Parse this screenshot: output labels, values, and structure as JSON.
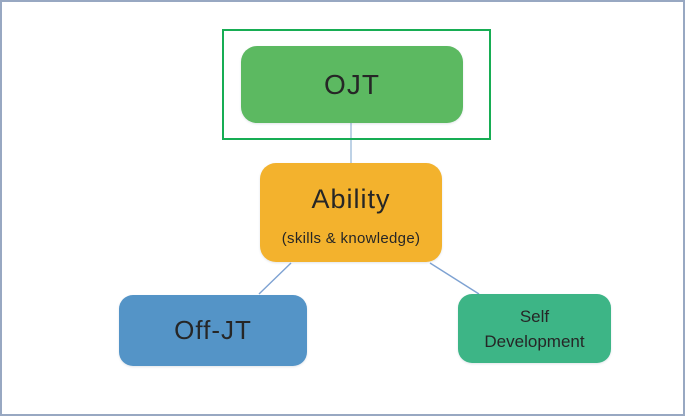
{
  "slide": {
    "background": "#FFFFFF",
    "frame_border_color": "#98A8C2"
  },
  "diagram": {
    "text_color": "#262626",
    "highlight_box": {
      "around": "ojt",
      "color": "#17AD54"
    },
    "nodes": [
      {
        "id": "ojt",
        "label": "OJT",
        "fill": "#5CB961"
      },
      {
        "id": "ability",
        "label": "Ability",
        "sublabel": "(skills & knowledge)",
        "fill": "#F3B22D"
      },
      {
        "id": "off-jt",
        "label": "Off-JT",
        "fill": "#5494C7"
      },
      {
        "id": "self-development",
        "label": "Self\nDevelopment",
        "fill": "#3DB586"
      }
    ],
    "connectors": [
      {
        "from": "ojt",
        "to": "ability",
        "color": "#AEC6E0"
      },
      {
        "from": "ability",
        "to": "off-jt",
        "color": "#7EA2D2"
      },
      {
        "from": "ability",
        "to": "self-development",
        "color": "#7EA2D2"
      }
    ]
  }
}
